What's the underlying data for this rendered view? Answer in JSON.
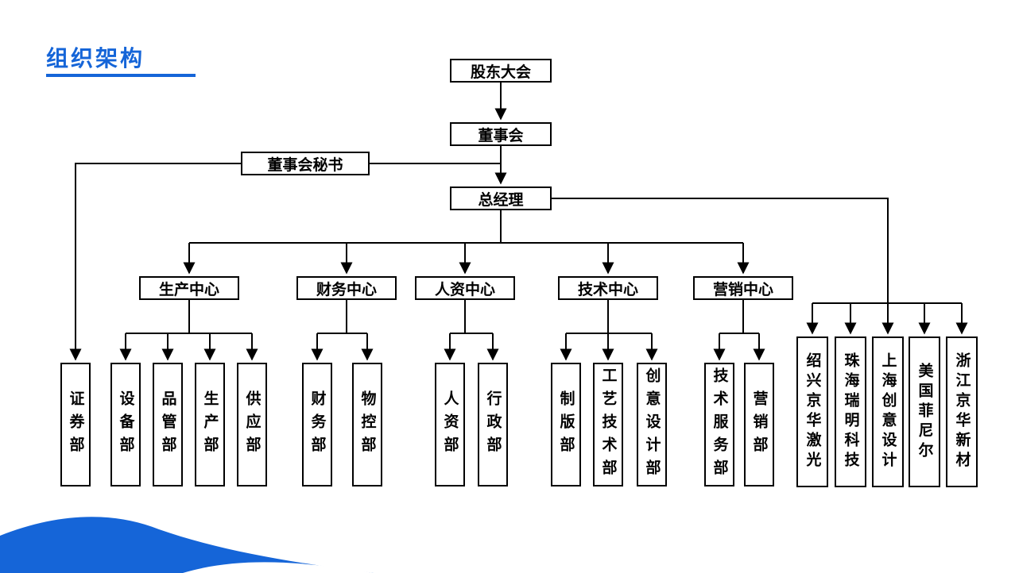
{
  "title": "组织架构",
  "colors": {
    "accent": "#1565d8",
    "line": "#000000"
  },
  "org": {
    "shareholders": "股东大会",
    "board": "董事会",
    "secretary": "董事会秘书",
    "general_manager": "总经理",
    "secretary_department": "证券部",
    "centers": [
      {
        "label": "生产中心",
        "departments": [
          "设备部",
          "品管部",
          "生产部",
          "供应部"
        ]
      },
      {
        "label": "财务中心",
        "departments": [
          "财务部",
          "物控部"
        ]
      },
      {
        "label": "人资中心",
        "departments": [
          "人资部",
          "行政部"
        ]
      },
      {
        "label": "技术中心",
        "departments": [
          "制版部",
          "工艺技术部",
          "创意设计部"
        ]
      },
      {
        "label": "营销中心",
        "departments": [
          "技术服务部",
          "营销部"
        ]
      }
    ],
    "subsidiaries": [
      "绍兴京华激光",
      "珠海瑞明科技",
      "上海创意设计",
      "美国菲尼尔",
      "浙江京华新材"
    ]
  }
}
